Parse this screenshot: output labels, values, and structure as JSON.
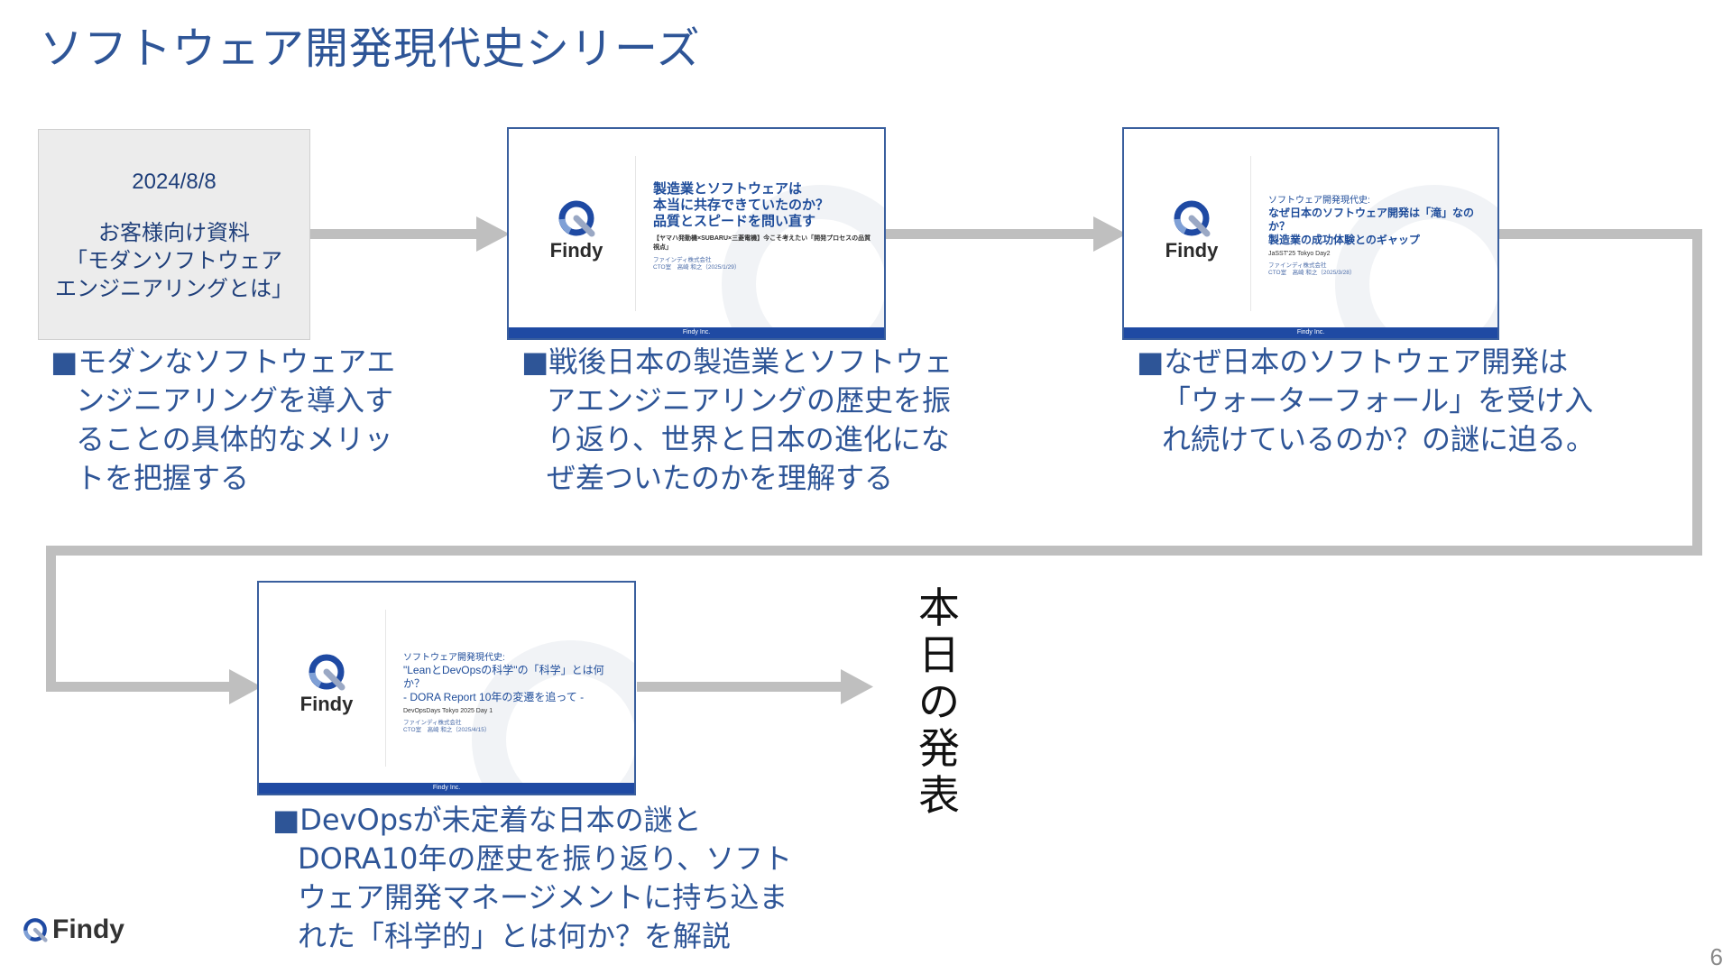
{
  "page": {
    "title": "ソフトウェア開発現代史シリーズ",
    "page_number": "6"
  },
  "doc_box": {
    "date": "2024/8/8",
    "lines": [
      "お客様向け資料",
      "「モダンソフトウェア",
      "エンジニアリングとは」"
    ]
  },
  "slides": [
    {
      "logo_text": "Findy",
      "main": [
        "製造業とソフトウェアは",
        "本当に共存できていたのか？",
        "品質とスピードを問い直す"
      ],
      "subtitle": "【ヤマハ発動機×SUBARU×三菱電機】今こそ考えたい「開発プロセスの品質視点」",
      "meta": [
        "ファインディ株式会社",
        "CTO室　高崎 和之（2025/1/29）"
      ],
      "footer": "Findy Inc."
    },
    {
      "logo_text": "Findy",
      "pre": "ソフトウェア開発現代史:",
      "main": [
        "なぜ日本のソフトウェア開発は「滝」なのか？",
        "製造業の成功体験とのギャップ"
      ],
      "event": "JaSST'25 Tokyo Day2",
      "meta": [
        "ファインディ株式会社",
        "CTO室　高崎 和之（2025/3/28）"
      ],
      "footer": "Findy Inc."
    },
    {
      "logo_text": "Findy",
      "pre": "ソフトウェア開発現代史:",
      "main": [
        "\"LeanとDevOpsの科学\"の「科学」とは何か？",
        "- DORA Report 10年の変遷を追って -"
      ],
      "event": "DevOpsDays Tokyo 2025 Day 1",
      "meta": [
        "ファインディ株式会社",
        "CTO室　高崎 和之（2025/4/15）"
      ],
      "footer": "Findy Inc."
    }
  ],
  "descriptions": [
    [
      "■モダンなソフトウェアエ",
      "ンジニアリングを導入す",
      "ることの具体的なメリッ",
      "トを把握する"
    ],
    [
      "■戦後日本の製造業とソフトウェ",
      "アエンジニアリングの歴史を振",
      "り返り、世界と日本の進化にな",
      "ぜ差ついたのかを理解する"
    ],
    [
      "■なぜ日本のソフトウェア開発は",
      "「ウォーターフォール」を受け入",
      "れ続けているのか？の謎に迫る。"
    ],
    [
      "■DevOpsが未定着な日本の謎と",
      "DORA10年の歴史を振り返り、ソフト",
      "ウェア開発マネージメントに持ち込ま",
      "れた「科学的」とは何か？を解説"
    ]
  ],
  "today_label": [
    "本",
    "日",
    "の",
    "発",
    "表"
  ],
  "brand": {
    "logo_text": "Findy",
    "accent": "#2e5597",
    "arrow": "#bfbfbf",
    "footer_bar": "#1f4aa3",
    "logo_blue": "#1f4aa3"
  }
}
